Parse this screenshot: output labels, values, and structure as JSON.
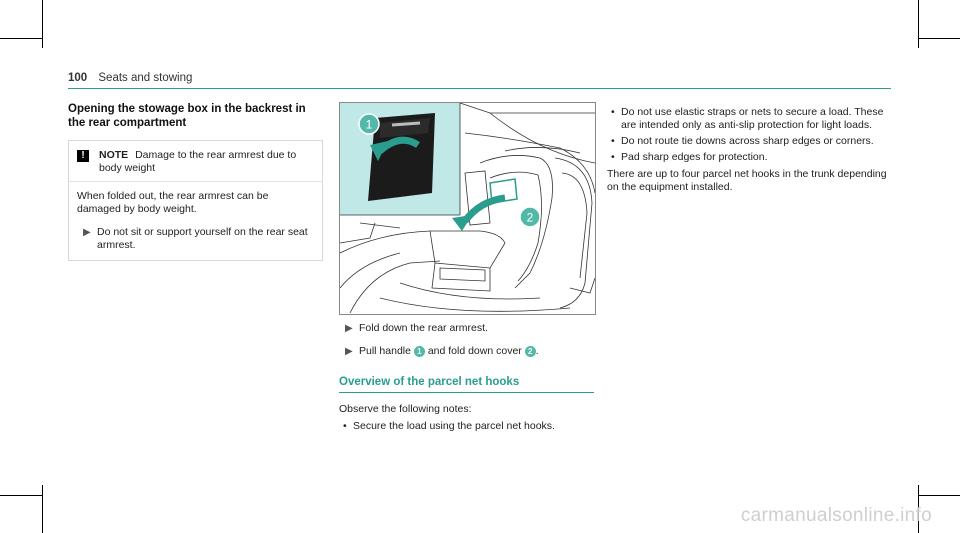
{
  "header": {
    "page_number": "100",
    "section": "Seats and stowing"
  },
  "col1": {
    "heading": "Opening the stowage box in the backrest in the rear compartment",
    "note": {
      "icon": "exclamation-icon",
      "icon_glyph": "!",
      "title": "NOTE",
      "title_text": "Damage to the rear armrest due to body weight",
      "body": "When folded out, the rear armrest can be damaged by body weight.",
      "step": "Do not sit or support yourself on the rear seat armrest."
    }
  },
  "figure": {
    "callout_1": "1",
    "callout_2": "2",
    "colors": {
      "highlight": "#bfe8e6",
      "callout": "#52b8a8",
      "arrow": "#2a9d8f"
    }
  },
  "col2": {
    "step1": "Fold down the rear armrest.",
    "step2_a": "Pull handle",
    "step2_badge1": "1",
    "step2_b": "and fold down cover",
    "step2_badge2": "2",
    "step2_c": ".",
    "section_title": "Overview of the parcel net hooks",
    "intro": "Observe the following notes:",
    "bullets": [
      "Secure the load using the parcel net hooks."
    ]
  },
  "col3": {
    "bullets": [
      "Do not use elastic straps or nets to secure a load. These are intended only as anti-slip protection for light loads.",
      "Do not route tie downs across sharp edges or corners.",
      "Pad sharp edges for protection."
    ],
    "paragraph": "There are up to four parcel net hooks in the trunk depending on the equipment installed."
  },
  "watermark": "carmanualsonline.info"
}
